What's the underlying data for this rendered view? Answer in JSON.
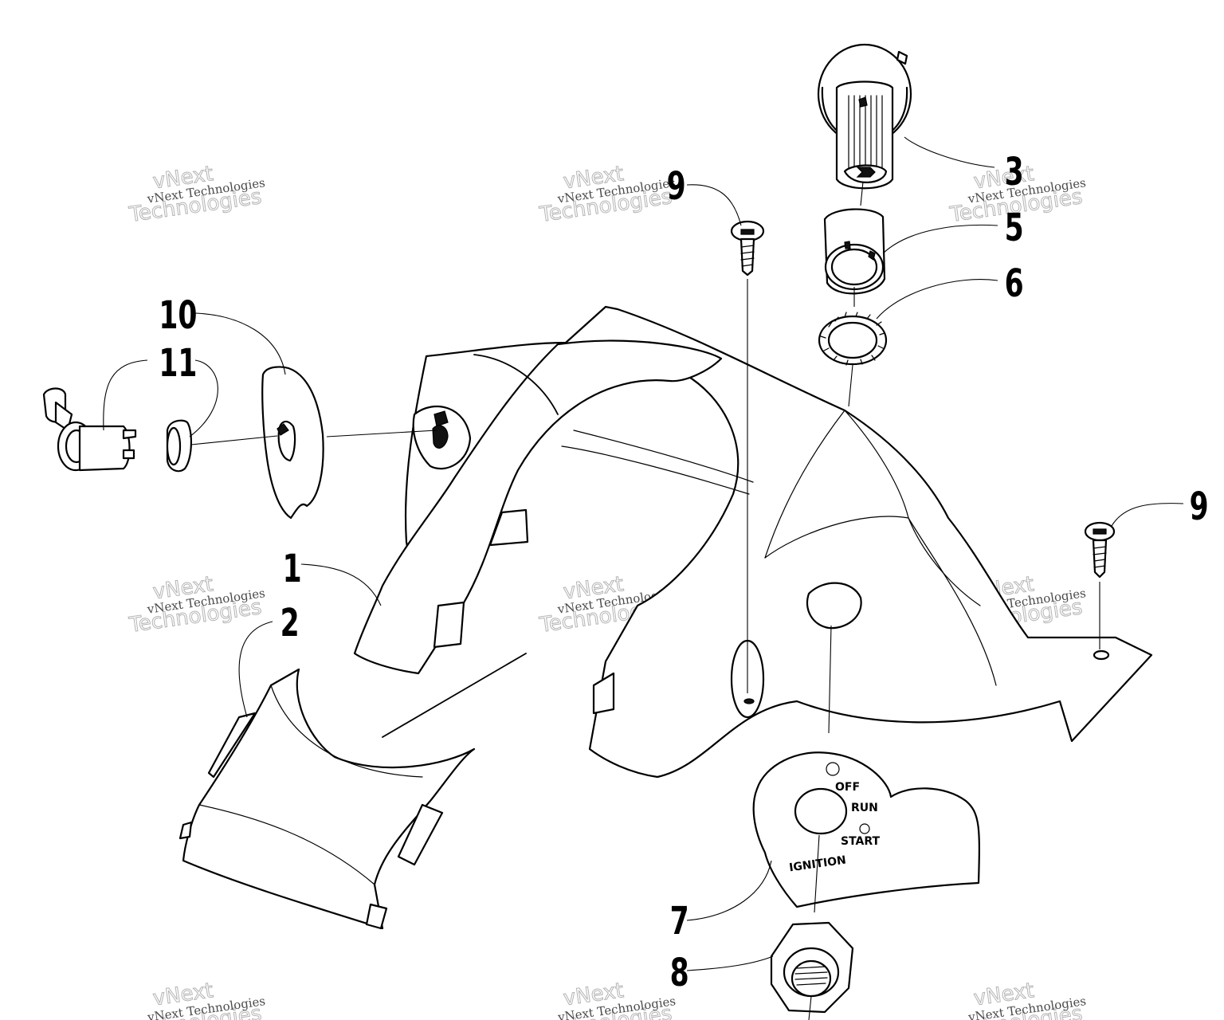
{
  "diagram": {
    "callouts": [
      "1",
      "2",
      "3",
      "5",
      "6",
      "7",
      "8",
      "9",
      "10",
      "11"
    ],
    "decal_labels": {
      "off": "OFF",
      "run": "RUN",
      "start": "START",
      "ignition": "IGNITION"
    },
    "watermark": {
      "line": "vNext Technologies",
      "outline_top": "vNext",
      "outline_bottom": "Technologies"
    }
  }
}
